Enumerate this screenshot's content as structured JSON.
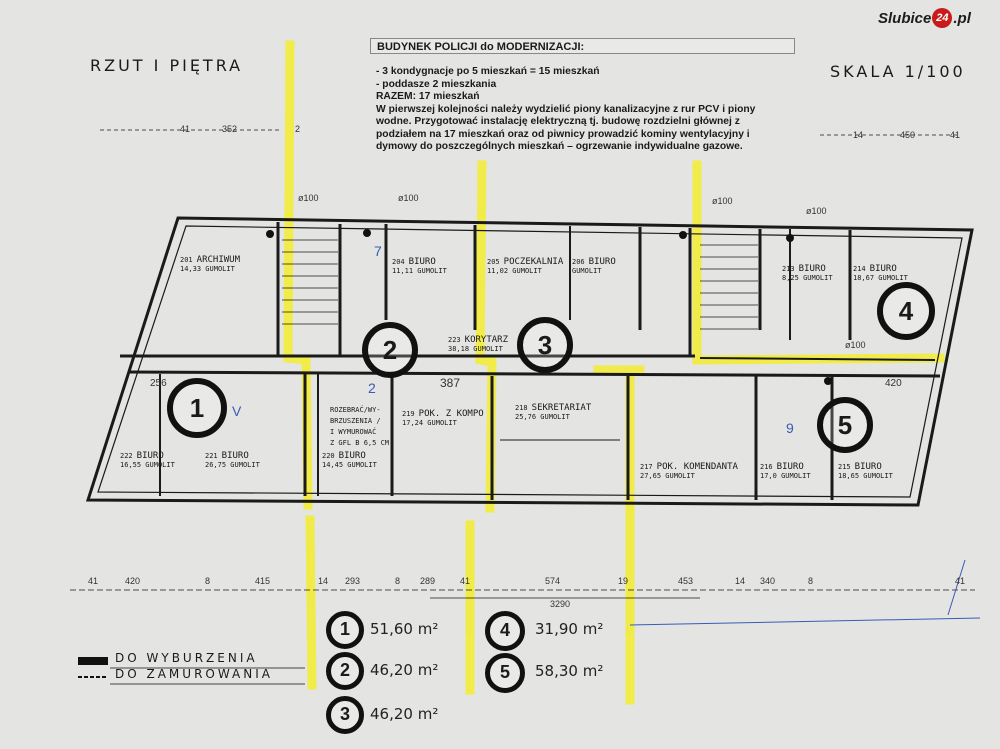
{
  "logo": {
    "prefix": "Slubice",
    "badge": "24",
    "suffix": ".pl"
  },
  "plan_title": "RZUT I PIĘTRA",
  "scale": "SKALA 1/100",
  "notes": {
    "heading": "BUDYNEK POLICJI do MODERNIZACJI:",
    "lines": [
      "- 3 kondygnacje po 5 mieszkań = 15 mieszkań",
      "- poddasze 2 mieszkania",
      "RAZEM: 17 mieszkań",
      "W pierwszej kolejności należy wydzielić piony kanalizacyjne z rur PCV i  piony",
      "wodne. Przygotować instalację elektryczną tj. budowę rozdzielni głównej z",
      "podziałem na 17 mieszkań oraz od piwnicy prowadzić kominy wentylacyjny i",
      "dymowy do poszczególnych mieszkań – ogrzewanie indywidualne gazowe."
    ]
  },
  "rooms": [
    {
      "no": "201",
      "name": "ARCHIWUM",
      "area": "14,33",
      "floor": "GUMOLIT"
    },
    {
      "no": "204",
      "name": "BIURO",
      "area": "11,11",
      "floor": "GUMOLIT"
    },
    {
      "no": "205",
      "name": "POCZEKALNIA",
      "area": "11,02",
      "floor": "GUMOLIT"
    },
    {
      "no": "206",
      "name": "BIURO",
      "area": "",
      "floor": "GUMOLIT"
    },
    {
      "no": "213",
      "name": "BIURO",
      "area": "8,25",
      "floor": "GUMOLIT"
    },
    {
      "no": "214",
      "name": "BIURO",
      "area": "18,67",
      "floor": "GUMOLIT"
    },
    {
      "no": "223",
      "name": "KORYTARZ",
      "area": "38,18",
      "floor": "GUMOLIT"
    },
    {
      "no": "219",
      "name": "POK. Z KOMPO",
      "area": "17,24",
      "floor": "GUMOLIT"
    },
    {
      "no": "218",
      "name": "SEKRETARIAT",
      "area": "25,76",
      "floor": "GUMOLIT"
    },
    {
      "no": "222",
      "name": "BIURO",
      "area": "16,55",
      "floor": "GUMOLIT"
    },
    {
      "no": "221",
      "name": "BIURO",
      "area": "26,75",
      "floor": "GUMOLIT"
    },
    {
      "no": "220",
      "name": "BIURO",
      "area": "14,45",
      "floor": "GUMOLIT"
    },
    {
      "no": "217",
      "name": "POK. KOMENDANTA",
      "area": "27,65",
      "floor": "GUMOLIT"
    },
    {
      "no": "216",
      "name": "BIURO",
      "area": "17,0",
      "floor": "GUMOLIT"
    },
    {
      "no": "215",
      "name": "BIURO",
      "area": "18,65",
      "floor": "GUMOLIT"
    }
  ],
  "remark_220": [
    "ROZEBRAĆ/WY-",
    "BRZUSZENIA /",
    "I WYMUROWAĆ",
    "Z GFL B 6,5 CM"
  ],
  "pipe_label": "ø100",
  "dims_top_left": [
    "41",
    "352",
    "2"
  ],
  "dims_top_right": [
    "14",
    "450",
    "41"
  ],
  "dims_bottom": [
    "41",
    "420",
    "8",
    "415",
    "14",
    "293",
    "8",
    "289",
    "41",
    "574",
    "19",
    "453",
    "14",
    "340",
    "8",
    "41"
  ],
  "dim_total": "3290",
  "dim_corridor": "387",
  "dim_right": "420",
  "dim_left": "256",
  "apartments": [
    {
      "id": "1",
      "area": "51,60 m²"
    },
    {
      "id": "2",
      "area": "46,20 m²"
    },
    {
      "id": "3",
      "area": "46,20 m²"
    },
    {
      "id": "4",
      "area": "31,90 m²"
    },
    {
      "id": "5",
      "area": "58,30 m²"
    }
  ],
  "legend": {
    "demolish": "DO WYBURZENIA",
    "brick_up": "DO ZAMUROWANIA"
  },
  "blue_marks": [
    "V",
    "2",
    "9",
    "7"
  ],
  "colors": {
    "highlight": "#f4ee3a",
    "ink": "#111111",
    "paper": "#e4e4e2",
    "logo_badge": "#c81c1c"
  }
}
